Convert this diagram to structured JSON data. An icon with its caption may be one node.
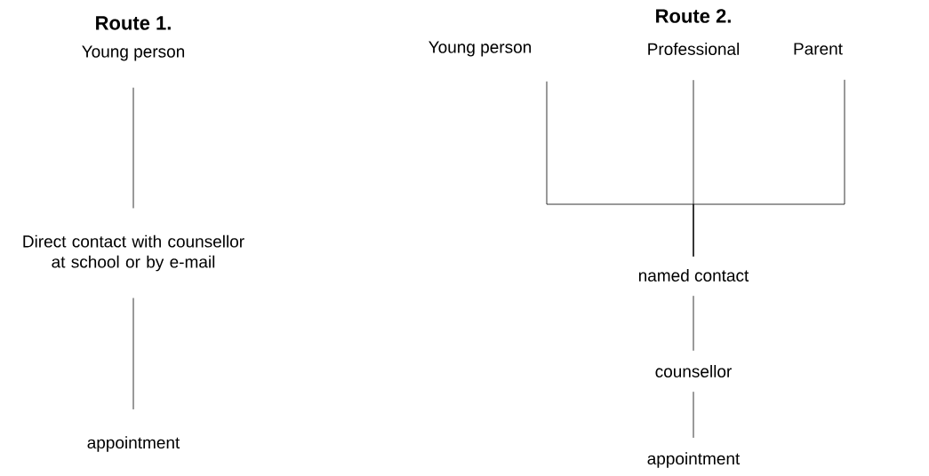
{
  "diagram": {
    "nodes": [
      {
        "text": [
          "Young person"
        ]
      },
      {
        "text": [
          "Direct contact with counsellor at school or by e-mail"
        ]
      },
      {
        "text": [
          "appointment"
        ]
      },
      {
        "text": [
          "Young person"
        ]
      },
      {
        "text": [
          "Professional"
        ]
      },
      {
        "text": [
          "Parent"
        ]
      },
      {
        "text": [
          "named contact"
        ]
      },
      {
        "text": [
          "counsellor"
        ]
      },
      {
        "text": [
          "appointment"
        ]
      }
    ],
    "edges": [
      {
        "from": 0,
        "to": 1,
        "arrow": "none"
      },
      {
        "from": 1,
        "to": 2,
        "arrow": "none"
      },
      {
        "from": 3,
        "to": 6,
        "arrow": "none"
      },
      {
        "from": 4,
        "to": 6,
        "arrow": "none"
      },
      {
        "from": 5,
        "to": 6,
        "arrow": "none"
      },
      {
        "from": 6,
        "to": 7,
        "arrow": "none"
      },
      {
        "from": 7,
        "to": 8,
        "arrow": "none"
      }
    ],
    "labels": [
      "Route 1.",
      "Route 2."
    ]
  }
}
